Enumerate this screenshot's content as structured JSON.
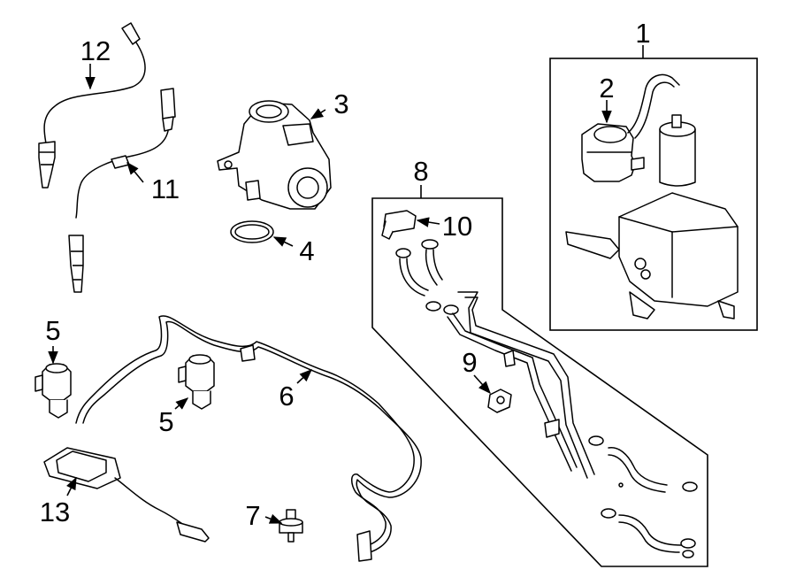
{
  "callouts": {
    "c1": "1",
    "c2": "2",
    "c3": "3",
    "c4": "4",
    "c5a": "5",
    "c5b": "5",
    "c6": "6",
    "c7": "7",
    "c8": "8",
    "c9": "9",
    "c10": "10",
    "c11": "11",
    "c12": "12",
    "c13": "13"
  },
  "colors": {
    "line": "#000000",
    "background": "#ffffff"
  }
}
